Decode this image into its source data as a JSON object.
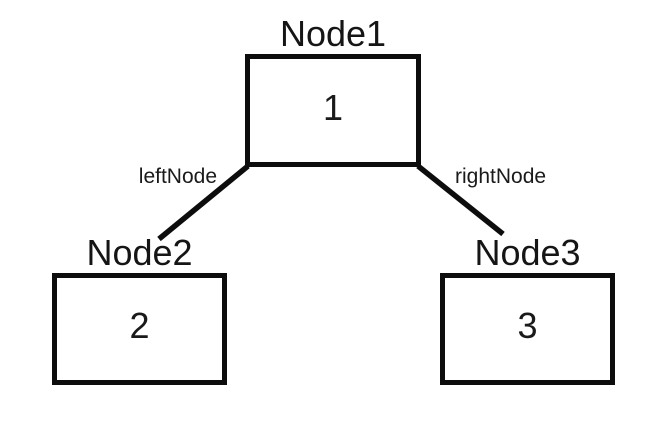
{
  "diagram": {
    "type": "binary-tree",
    "background_color": "#ffffff",
    "ink_color": "#0d0d0d",
    "nodes": [
      {
        "id": "node1",
        "title": "Node1",
        "value": "1",
        "position": "top-center"
      },
      {
        "id": "node2",
        "title": "Node2",
        "value": "2",
        "position": "bottom-left"
      },
      {
        "id": "node3",
        "title": "Node3",
        "value": "3",
        "position": "bottom-right"
      }
    ],
    "edges": [
      {
        "from": "node1",
        "to": "node2",
        "label": "leftNode"
      },
      {
        "from": "node1",
        "to": "node3",
        "label": "rightNode"
      }
    ]
  }
}
